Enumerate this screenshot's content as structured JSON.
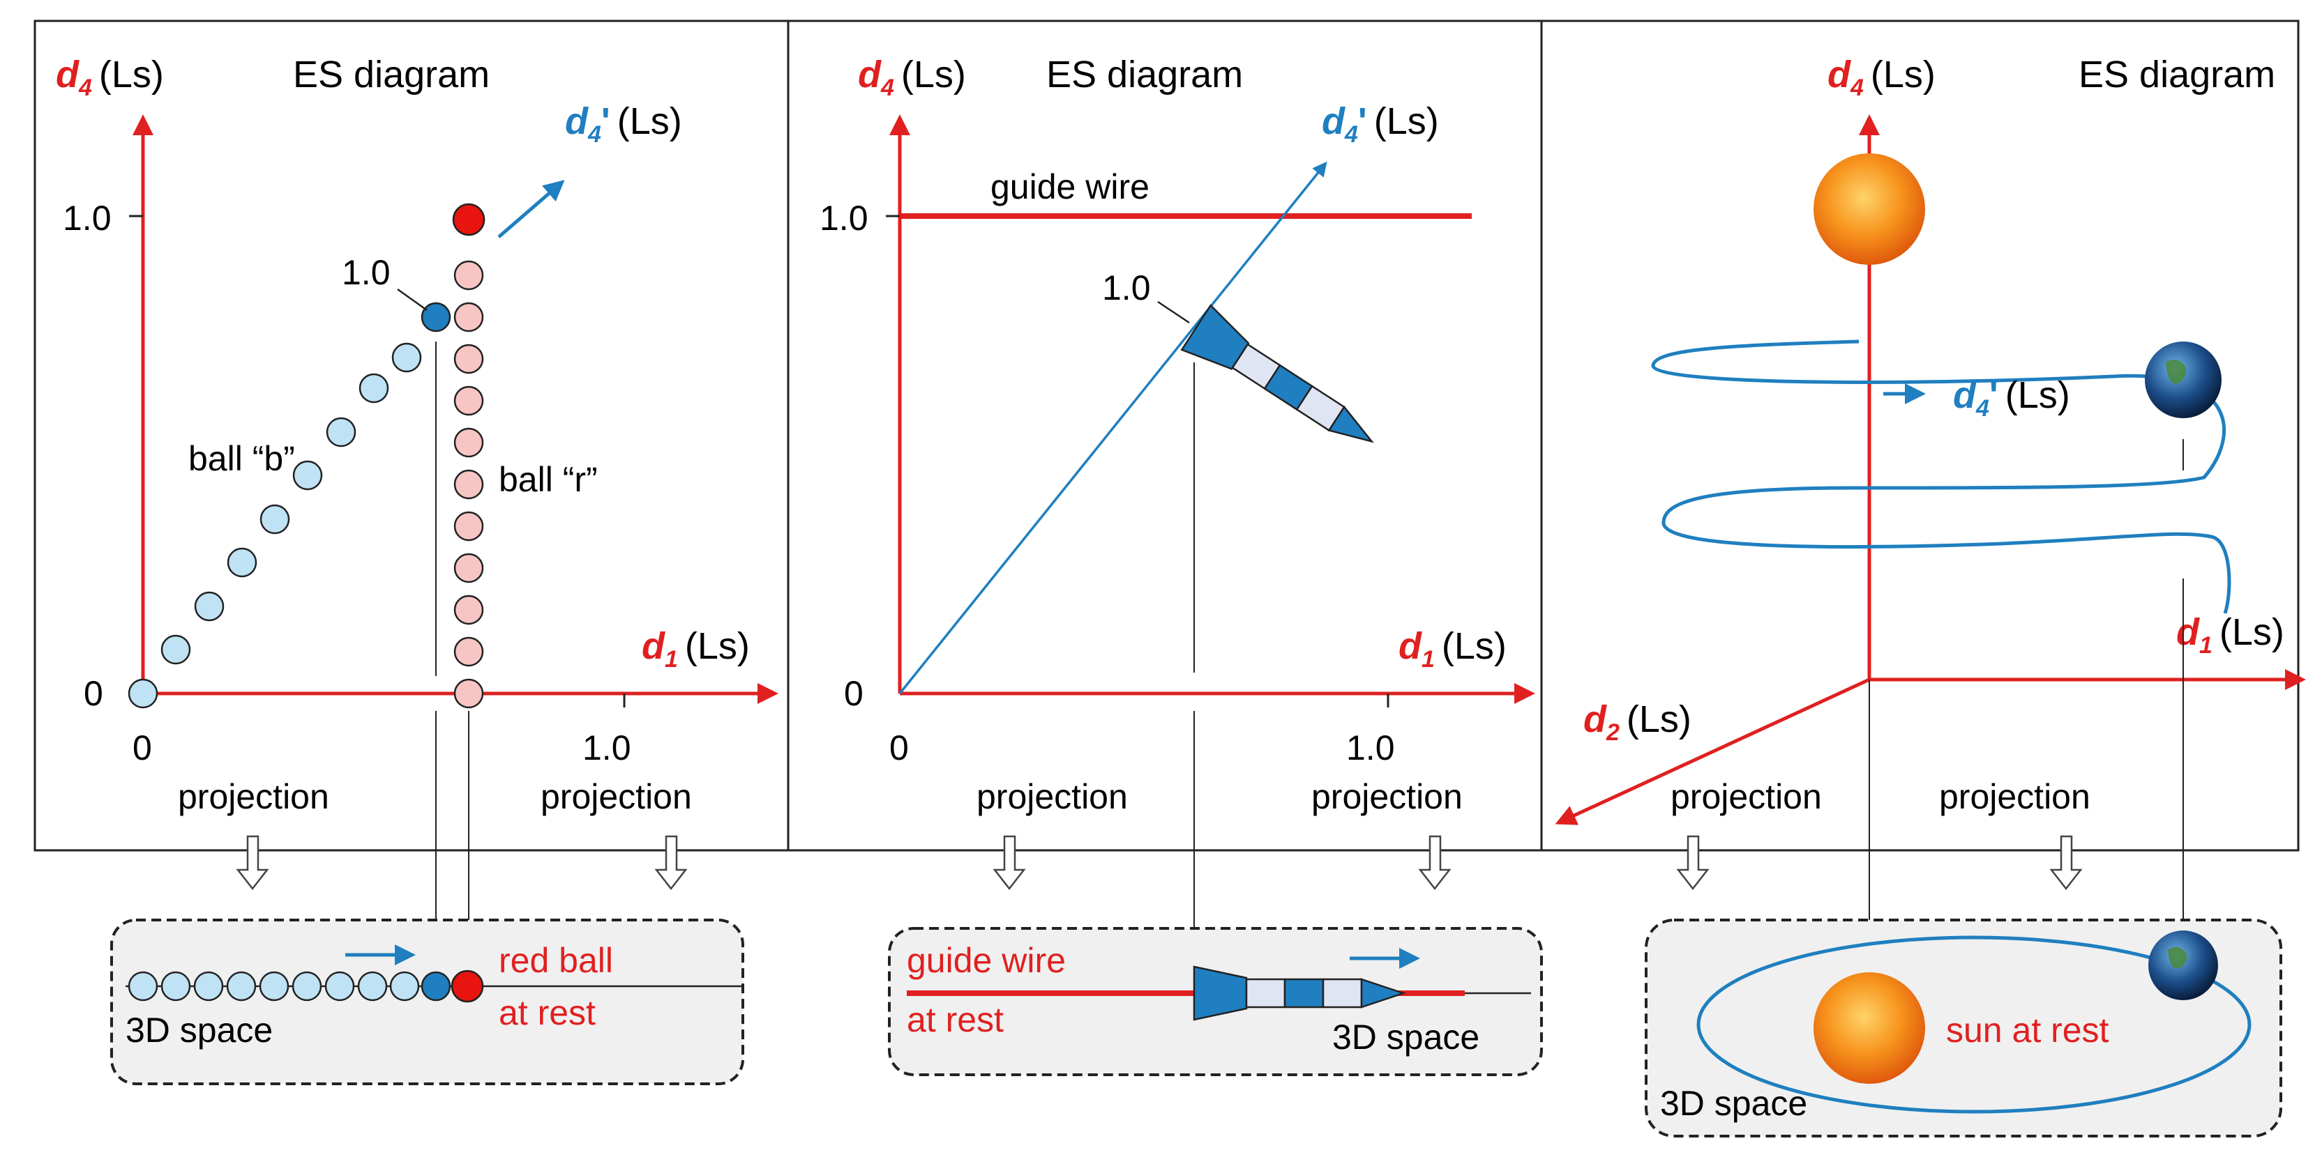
{
  "colors": {
    "axis_red": "#e02020",
    "blue": "#1f7fc0",
    "light_blue": "#bfe3f5",
    "pink": "#f7c6c4",
    "box_fill": "#f0f0f0",
    "sun": "#f07a10",
    "earth_blue": "#1c4e8a"
  },
  "common": {
    "diagram_title": "ES diagram",
    "unit": "(Ls)",
    "d4": "d",
    "d4_sub": "4",
    "d4p_sub": "4",
    "d4p_prime": "'",
    "d1_sub": "1",
    "d2_sub": "2",
    "projection": "projection",
    "three_d_space": "3D space"
  },
  "panel1": {
    "tick_y": "1.0",
    "tick_x": "1.0",
    "origin_x": "0",
    "origin_y": "0",
    "label_point": "1.0",
    "ball_b": "ball “b”",
    "ball_r": "ball “r”",
    "bottom_red_1": "red ball",
    "bottom_red_2": "at rest"
  },
  "panel2": {
    "tick_y": "1.0",
    "tick_x": "1.0",
    "origin_x": "0",
    "origin_y": "0",
    "label_point": "1.0",
    "guide_wire": "guide wire",
    "bottom_red_1": "guide wire",
    "bottom_red_2": "at rest"
  },
  "panel3": {
    "sun_at_rest": "sun at rest"
  }
}
